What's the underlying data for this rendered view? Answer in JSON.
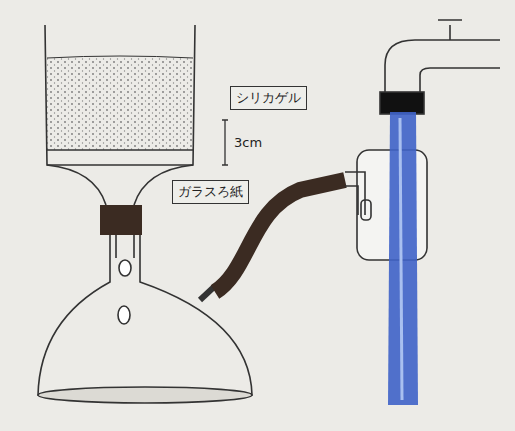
{
  "diagram": {
    "nodes": [
      {
        "text": [
          "シリカゲル"
        ]
      },
      {
        "text": [
          "ガラスろ紙"
        ]
      }
    ],
    "labels": [
      "3cm"
    ]
  }
}
